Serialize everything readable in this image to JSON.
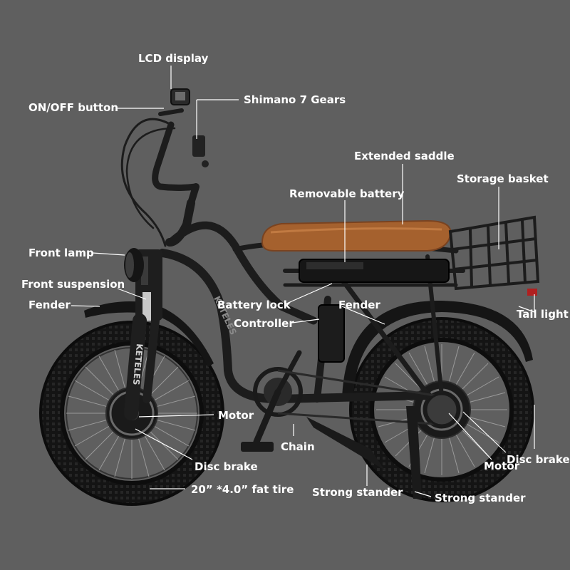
{
  "labels": {
    "lcd_display": "LCD display",
    "on_off_button": "ON/OFF button",
    "shimano_gears": "Shimano 7 Gears",
    "extended_saddle": "Extended saddle",
    "storage_basket": "Storage basket",
    "removable_battery": "Removable battery",
    "front_lamp": "Front lamp",
    "front_suspension": "Front suspension",
    "fender_front": "Fender",
    "battery_lock": "Battery lock",
    "fender_rear": "Fender",
    "controller": "Controller",
    "tail_light": "Tail light",
    "motor_front": "Motor",
    "chain": "Chain",
    "disc_brake_front": "Disc brake",
    "disc_brake_rear": "Disc brake",
    "motor_rear": "Motor",
    "fat_tire": "20” *4.0” fat tire",
    "strong_stander_1": "Strong stander",
    "strong_stander_2": "Strong stander"
  },
  "brand": {
    "frame_text": "KETELES",
    "fork_text": "KETELES"
  },
  "colors": {
    "background": "#5f5f5f",
    "label_text": "#ffffff",
    "leader_line": "#ffffff",
    "frame": "#1c1c1c",
    "tire": "#151515",
    "saddle": "#a5612e",
    "rim_spoke": "#9a9a9a"
  }
}
